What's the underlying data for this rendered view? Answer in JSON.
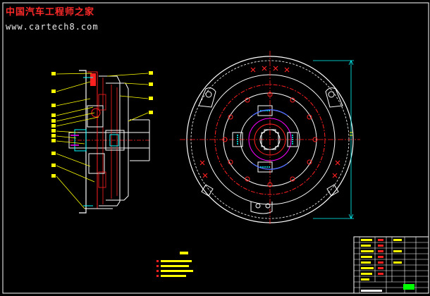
{
  "watermark": {
    "title": "中国汽车工程师之家",
    "url": "www.cartech8.com"
  },
  "colors": {
    "background": "#000000",
    "outline": "#ffffff",
    "leader": "#ffff00",
    "accent": "#ff2020",
    "cyan": "#00ffff",
    "magenta": "#ff00ff",
    "green": "#00ff00",
    "blue": "#4060ff"
  },
  "drawing_views": [
    "clutch-section-view",
    "clutch-front-view"
  ],
  "title_block": {
    "rows": 10,
    "present": true
  }
}
